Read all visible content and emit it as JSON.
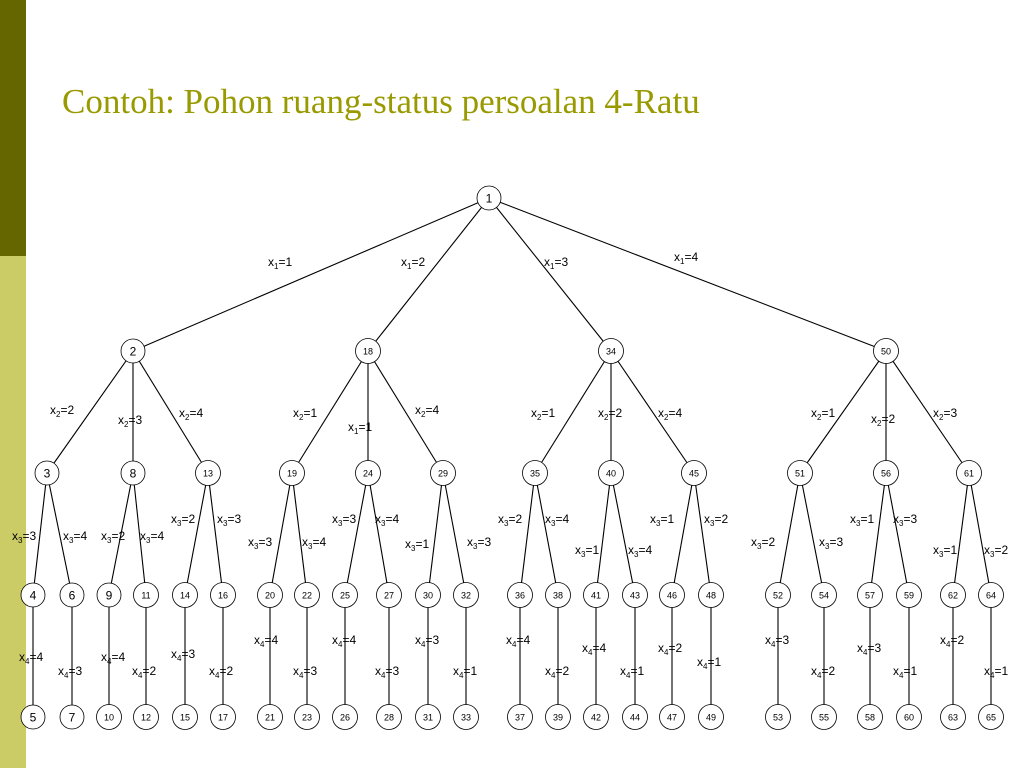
{
  "title": "Contoh: Pohon ruang-status persoalan 4-Ratu",
  "colors": {
    "sidebar_dark": "#666600",
    "sidebar_light": "#cccc66",
    "title": "#999900"
  },
  "tree": {
    "nodes": [
      {
        "id": "1"
      },
      {
        "id": "2",
        "parent": "1",
        "var": "1",
        "val": "1"
      },
      {
        "id": "18",
        "parent": "1",
        "var": "1",
        "val": "2"
      },
      {
        "id": "34",
        "parent": "1",
        "var": "1",
        "val": "3"
      },
      {
        "id": "50",
        "parent": "1",
        "var": "1",
        "val": "4"
      },
      {
        "id": "3",
        "parent": "2",
        "var": "2",
        "val": "2"
      },
      {
        "id": "8",
        "parent": "2",
        "var": "2",
        "val": "3"
      },
      {
        "id": "13",
        "parent": "2",
        "var": "2",
        "val": "4"
      },
      {
        "id": "19",
        "parent": "18",
        "var": "2",
        "val": "1"
      },
      {
        "id": "24",
        "parent": "18",
        "var": "1",
        "val": "1"
      },
      {
        "id": "29",
        "parent": "18",
        "var": "2",
        "val": "4"
      },
      {
        "id": "35",
        "parent": "34",
        "var": "2",
        "val": "1"
      },
      {
        "id": "40",
        "parent": "34",
        "var": "2",
        "val": "2"
      },
      {
        "id": "45",
        "parent": "34",
        "var": "2",
        "val": "4"
      },
      {
        "id": "51",
        "parent": "50",
        "var": "2",
        "val": "1"
      },
      {
        "id": "56",
        "parent": "50",
        "var": "2",
        "val": "2"
      },
      {
        "id": "61",
        "parent": "50",
        "var": "2",
        "val": "3"
      },
      {
        "id": "4",
        "parent": "3",
        "var": "3",
        "val": "3"
      },
      {
        "id": "6",
        "parent": "3",
        "var": "3",
        "val": "4"
      },
      {
        "id": "9",
        "parent": "8",
        "var": "3",
        "val": "2"
      },
      {
        "id": "11",
        "parent": "8",
        "var": "3",
        "val": "4"
      },
      {
        "id": "14",
        "parent": "13",
        "var": "3",
        "val": "2"
      },
      {
        "id": "16",
        "parent": "13",
        "var": "3",
        "val": "3"
      },
      {
        "id": "20",
        "parent": "19",
        "var": "3",
        "val": "3"
      },
      {
        "id": "22",
        "parent": "19",
        "var": "3",
        "val": "4"
      },
      {
        "id": "25",
        "parent": "24",
        "var": "3",
        "val": "3"
      },
      {
        "id": "27",
        "parent": "24",
        "var": "3",
        "val": "4"
      },
      {
        "id": "30",
        "parent": "29",
        "var": "3",
        "val": "1"
      },
      {
        "id": "32",
        "parent": "29",
        "var": "3",
        "val": "3"
      },
      {
        "id": "36",
        "parent": "35",
        "var": "3",
        "val": "2"
      },
      {
        "id": "38",
        "parent": "35",
        "var": "3",
        "val": "4"
      },
      {
        "id": "41",
        "parent": "40",
        "var": "3",
        "val": "1"
      },
      {
        "id": "43",
        "parent": "40",
        "var": "3",
        "val": "4"
      },
      {
        "id": "46",
        "parent": "45",
        "var": "3",
        "val": "1"
      },
      {
        "id": "48",
        "parent": "45",
        "var": "3",
        "val": "2"
      },
      {
        "id": "52",
        "parent": "51",
        "var": "3",
        "val": "2"
      },
      {
        "id": "54",
        "parent": "51",
        "var": "3",
        "val": "3"
      },
      {
        "id": "57",
        "parent": "56",
        "var": "3",
        "val": "1"
      },
      {
        "id": "59",
        "parent": "56",
        "var": "3",
        "val": "3"
      },
      {
        "id": "62",
        "parent": "61",
        "var": "3",
        "val": "1"
      },
      {
        "id": "64",
        "parent": "61",
        "var": "3",
        "val": "2"
      },
      {
        "id": "5",
        "parent": "4",
        "var": "4",
        "val": "4"
      },
      {
        "id": "7",
        "parent": "6",
        "var": "4",
        "val": "3"
      },
      {
        "id": "10",
        "parent": "9",
        "var": "4",
        "val": "4"
      },
      {
        "id": "12",
        "parent": "11",
        "var": "4",
        "val": "2"
      },
      {
        "id": "15",
        "parent": "14",
        "var": "4",
        "val": "3"
      },
      {
        "id": "17",
        "parent": "16",
        "var": "4",
        "val": "2"
      },
      {
        "id": "21",
        "parent": "20",
        "var": "4",
        "val": "4"
      },
      {
        "id": "23",
        "parent": "22",
        "var": "4",
        "val": "3"
      },
      {
        "id": "26",
        "parent": "25",
        "var": "4",
        "val": "4"
      },
      {
        "id": "28",
        "parent": "27",
        "var": "4",
        "val": "3"
      },
      {
        "id": "31",
        "parent": "30",
        "var": "4",
        "val": "3"
      },
      {
        "id": "33",
        "parent": "32",
        "var": "4",
        "val": "1"
      },
      {
        "id": "37",
        "parent": "36",
        "var": "4",
        "val": "4"
      },
      {
        "id": "39",
        "parent": "38",
        "var": "4",
        "val": "2"
      },
      {
        "id": "42",
        "parent": "41",
        "var": "4",
        "val": "4"
      },
      {
        "id": "44",
        "parent": "43",
        "var": "4",
        "val": "1"
      },
      {
        "id": "47",
        "parent": "46",
        "var": "4",
        "val": "2"
      },
      {
        "id": "49",
        "parent": "48",
        "var": "4",
        "val": "1"
      },
      {
        "id": "53",
        "parent": "52",
        "var": "4",
        "val": "3"
      },
      {
        "id": "55",
        "parent": "54",
        "var": "4",
        "val": "2"
      },
      {
        "id": "58",
        "parent": "57",
        "var": "4",
        "val": "3"
      },
      {
        "id": "60",
        "parent": "59",
        "var": "4",
        "val": "1"
      },
      {
        "id": "63",
        "parent": "62",
        "var": "4",
        "val": "2"
      },
      {
        "id": "65",
        "parent": "64",
        "var": "4",
        "val": "1"
      }
    ]
  }
}
